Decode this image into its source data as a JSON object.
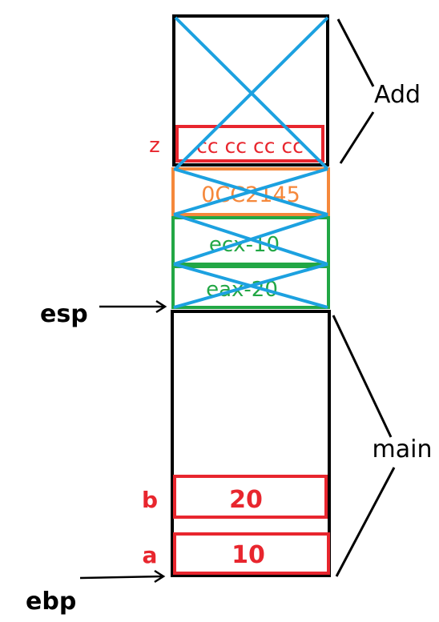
{
  "colors": {
    "frame": "#000000",
    "red": "#e8262e",
    "orange": "#f5883b",
    "green": "#22a745",
    "blue": "#1ca1e0"
  },
  "add_frame": {
    "label": "Add",
    "z_label": "z",
    "z_value": "cc cc cc cc",
    "ret_addr": "0CC2145",
    "ecx_slot": "ecx-10",
    "eax_slot": "eax-20"
  },
  "main_frame": {
    "label": "main",
    "b_label": "b",
    "b_value": "20",
    "a_label": "a",
    "a_value": "10"
  },
  "pointers": {
    "esp": "esp",
    "ebp": "ebp"
  }
}
